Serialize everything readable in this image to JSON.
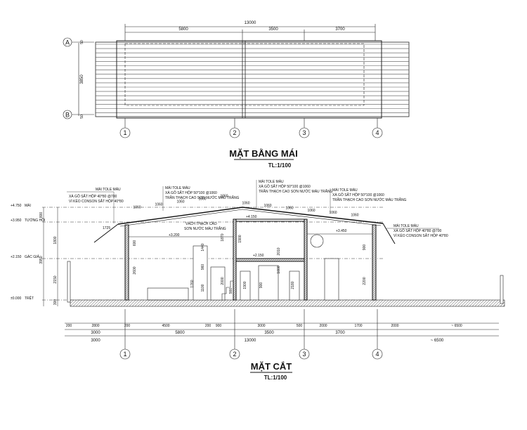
{
  "roof_plan": {
    "title": "MẶT BẰNG MÁI",
    "scale": "TL:1/100",
    "total_width": "13000",
    "bays": [
      "5800",
      "3500",
      "3700"
    ],
    "depth": "3850",
    "edge_dim_top": "50",
    "edge_dim_bottom": "50",
    "grid_rows": [
      "A",
      "B"
    ],
    "grid_cols": [
      "1",
      "2",
      "3",
      "4"
    ]
  },
  "section": {
    "title": "MẶT CẮT",
    "scale": "TL:1/100",
    "levels": [
      {
        "elev": "+4.750",
        "name": "MÁI"
      },
      {
        "elev": "+3.950",
        "name": "TƯỜNG HỒI"
      },
      {
        "elev": "+2.150",
        "name": "GÁC GIẢ"
      },
      {
        "elev": "±0.000",
        "name": "TRỆT"
      }
    ],
    "left_dims": [
      "800",
      "1800",
      "3950",
      "2150",
      "300"
    ],
    "notes": [
      [
        "MÁI TOLE MÀU",
        "XÀ GỒ SẮT HỘP 40*80 @700",
        "VÌ KÈO CONSON SẮT HỘP 40*80"
      ],
      [
        "MÁI TOLE MÀU",
        "XÀ GỒ SẮT HỘP 50*100 @1060",
        "TRẦN THẠCH CAO SƠN NƯỚC MÀU TRẮNG"
      ],
      [
        "MÁI TOLE MÀU",
        "XÀ GỒ SẮT HỘP 50*100 @1060",
        "TRẦN THẠCH CAO SƠN NƯỚC MÀU TRẮNG"
      ],
      [
        "MÁI TOLE MÀU",
        "XÀ GỒ SẮT HỘP 50*100 @1060",
        "TRẦN THẠCH CAO SƠN NƯỚC MÀU TRẮNG"
      ],
      [
        "MÁI TOLE MÀU",
        "XÀ GỒ SẮT HỘP 40*80 @700",
        "VÌ KÈO CONSON SẮT HỘP 40*80"
      ],
      [
        "VÁCH THẠCH CAO",
        "SƠN NƯỚC MÀU TRẮNG"
      ]
    ],
    "purlin_spacing": [
      "1060",
      "1060",
      "1060",
      "1060",
      "1060",
      "1060",
      "1060",
      "1060",
      "1060",
      "1060",
      "1060"
    ],
    "eave_dim": "1725",
    "spot_elevs": [
      "+3.200",
      "+4.150",
      "+3.450",
      "+2.150"
    ],
    "interior_dims": [
      "600",
      "2600",
      "1440",
      "960",
      "1760",
      "1100",
      "1870",
      "1900",
      "2000",
      "900",
      "2010",
      "1000",
      "1900",
      "900",
      "2180",
      "900",
      "2200"
    ],
    "bottom_row1": [
      "200",
      "2800",
      "200",
      "4500",
      "200",
      "900",
      "3000",
      "500",
      "2000",
      "1700",
      "2000",
      "~ 6500"
    ],
    "bottom_row2": [
      "3000",
      "5800",
      "3500",
      "3700"
    ],
    "bottom_row3": [
      "3000",
      "13000",
      "~ 6500"
    ],
    "grid_cols": [
      "1",
      "2",
      "3",
      "4"
    ]
  }
}
